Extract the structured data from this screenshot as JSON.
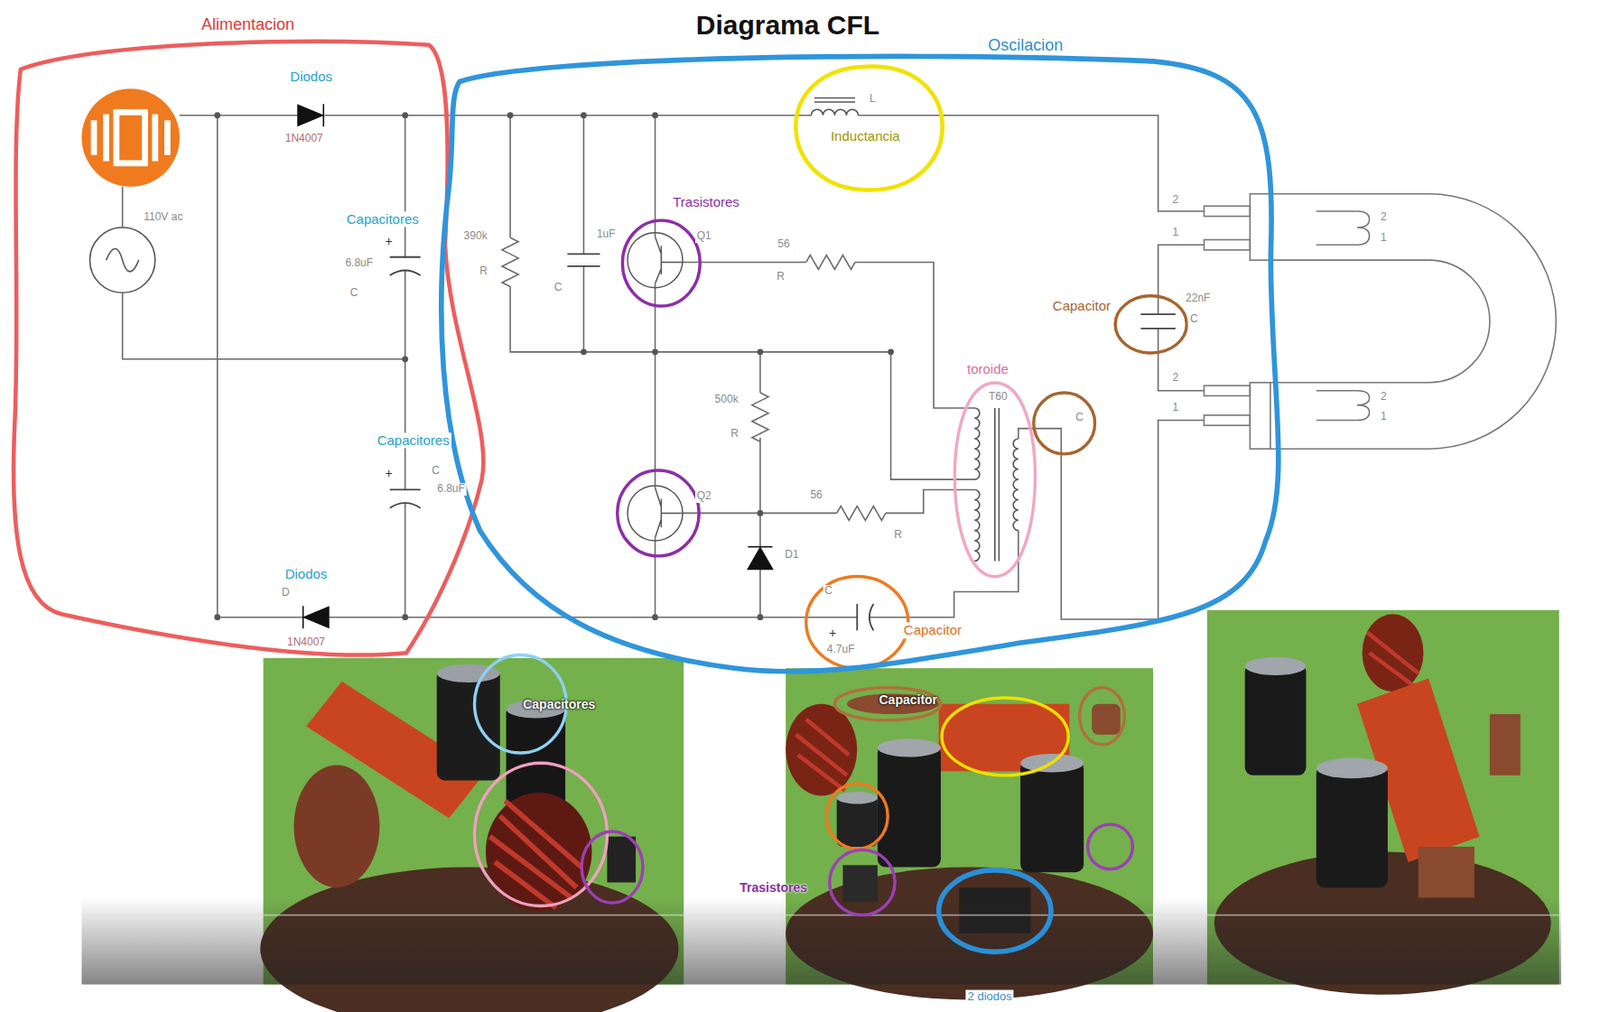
{
  "diagram": {
    "title": "Diagrama CFL",
    "nodes": [
      {
        "text": [
          "Alimentacion"
        ]
      },
      {
        "text": [
          "Oscilacion"
        ]
      },
      {
        "text": [
          "Inductancia"
        ],
        "in": 1
      },
      {
        "text": [
          "toroide"
        ],
        "in": 1
      }
    ],
    "labels": [
      "Diodos",
      "1N4007",
      "110V ac",
      "Capacitores",
      "+",
      "6.8uF",
      "C",
      "390k",
      "R",
      "1uF",
      "C",
      "Trasistores",
      "Q1",
      "56",
      "R",
      "L",
      "2",
      "1",
      "2",
      "1",
      "Capacitor",
      "22nF",
      "C",
      "Capacitores",
      "2",
      "1",
      "2",
      "1",
      "500k",
      "R",
      "T60",
      "C",
      "+",
      "C",
      "6.8uF",
      "Q2",
      "56",
      "R",
      "D1",
      "Diodos",
      "D",
      "1N4007",
      "C",
      "+",
      "4.7uF",
      "Capacitor",
      "Capacitores",
      "Capacitor",
      "Trasistores",
      "2 diodos"
    ]
  }
}
